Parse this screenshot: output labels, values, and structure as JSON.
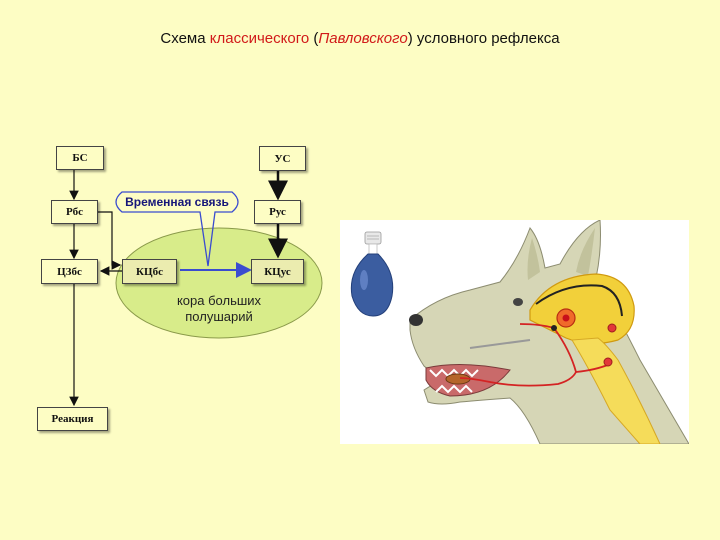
{
  "title": {
    "part1": "Схема ",
    "part2": "классического",
    "part3": " (",
    "part4": "Павловского",
    "part5": ") условного рефлекса"
  },
  "nodes": {
    "bs": "БС",
    "us": "УС",
    "rbs": "Рбс",
    "rus": "Рус",
    "tszbs": "ЦЗбс",
    "ktsbs": "КЦбс",
    "ktsus": "КЦус",
    "reaction": "Реакция"
  },
  "labels": {
    "temporary_link": "Временная связь",
    "cortex_line1": "кора больших",
    "cortex_line2": "полушарий"
  },
  "colors": {
    "background": "#fdfdc4",
    "title_highlight": "#d11a1a",
    "ellipse_fill": "#d8ec8a",
    "temporary_link_arrow": "#3a4ccf",
    "callout_outline": "#3a4ccf",
    "dog_panel": "#ffffff"
  },
  "illustration": {
    "lamp_icon": "light-bulb-icon",
    "subject": "dog-head-with-neural-pathway"
  }
}
